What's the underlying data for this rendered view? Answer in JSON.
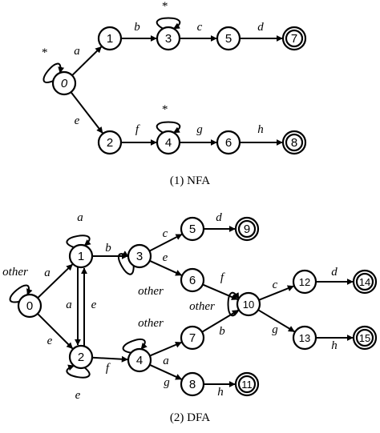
{
  "colors": {
    "stroke": "#000000",
    "background": "#ffffff"
  },
  "nfa": {
    "caption": "(1) NFA",
    "states": [
      {
        "id": "nfa-0",
        "label": "0",
        "italic": true,
        "accept": false
      },
      {
        "id": "nfa-1",
        "label": "1",
        "italic": false,
        "accept": false
      },
      {
        "id": "nfa-2",
        "label": "2",
        "italic": false,
        "accept": false
      },
      {
        "id": "nfa-3",
        "label": "3",
        "italic": false,
        "accept": false
      },
      {
        "id": "nfa-4",
        "label": "4",
        "italic": false,
        "accept": false
      },
      {
        "id": "nfa-5",
        "label": "5",
        "italic": false,
        "accept": false
      },
      {
        "id": "nfa-6",
        "label": "6",
        "italic": false,
        "accept": false
      },
      {
        "id": "nfa-7",
        "label": "7",
        "italic": false,
        "accept": true
      },
      {
        "id": "nfa-8",
        "label": "8",
        "italic": false,
        "accept": true
      }
    ],
    "transitions": [
      {
        "id": "nfa-0-0",
        "from": "nfa-0",
        "to": "nfa-0",
        "label": "*"
      },
      {
        "id": "nfa-0-1",
        "from": "nfa-0",
        "to": "nfa-1",
        "label": "a"
      },
      {
        "id": "nfa-0-2",
        "from": "nfa-0",
        "to": "nfa-2",
        "label": "e"
      },
      {
        "id": "nfa-1-3",
        "from": "nfa-1",
        "to": "nfa-3",
        "label": "b"
      },
      {
        "id": "nfa-3-3",
        "from": "nfa-3",
        "to": "nfa-3",
        "label": "*"
      },
      {
        "id": "nfa-3-5",
        "from": "nfa-3",
        "to": "nfa-5",
        "label": "c"
      },
      {
        "id": "nfa-5-7",
        "from": "nfa-5",
        "to": "nfa-7",
        "label": "d"
      },
      {
        "id": "nfa-2-4",
        "from": "nfa-2",
        "to": "nfa-4",
        "label": "f"
      },
      {
        "id": "nfa-4-4",
        "from": "nfa-4",
        "to": "nfa-4",
        "label": "*"
      },
      {
        "id": "nfa-4-6",
        "from": "nfa-4",
        "to": "nfa-6",
        "label": "g"
      },
      {
        "id": "nfa-6-8",
        "from": "nfa-6",
        "to": "nfa-8",
        "label": "h"
      }
    ]
  },
  "dfa": {
    "caption": "(2) DFA",
    "states": [
      {
        "id": "dfa-0",
        "label": "0",
        "italic": false,
        "accept": false
      },
      {
        "id": "dfa-1",
        "label": "1",
        "italic": false,
        "accept": false
      },
      {
        "id": "dfa-2",
        "label": "2",
        "italic": false,
        "accept": false
      },
      {
        "id": "dfa-3",
        "label": "3",
        "italic": false,
        "accept": false
      },
      {
        "id": "dfa-4",
        "label": "4",
        "italic": false,
        "accept": false
      },
      {
        "id": "dfa-5",
        "label": "5",
        "italic": false,
        "accept": false
      },
      {
        "id": "dfa-6",
        "label": "6",
        "italic": false,
        "accept": false
      },
      {
        "id": "dfa-7",
        "label": "7",
        "italic": false,
        "accept": false
      },
      {
        "id": "dfa-8",
        "label": "8",
        "italic": false,
        "accept": false
      },
      {
        "id": "dfa-9",
        "label": "9",
        "italic": false,
        "accept": true
      },
      {
        "id": "dfa-10",
        "label": "10",
        "italic": false,
        "accept": false
      },
      {
        "id": "dfa-11",
        "label": "11",
        "italic": false,
        "accept": true
      },
      {
        "id": "dfa-12",
        "label": "12",
        "italic": false,
        "accept": false
      },
      {
        "id": "dfa-13",
        "label": "13",
        "italic": false,
        "accept": false
      },
      {
        "id": "dfa-14",
        "label": "14",
        "italic": false,
        "accept": true
      },
      {
        "id": "dfa-15",
        "label": "15",
        "italic": false,
        "accept": true
      }
    ],
    "transitions": [
      {
        "id": "dfa-0-0",
        "from": "dfa-0",
        "to": "dfa-0",
        "label": "other"
      },
      {
        "id": "dfa-0-1",
        "from": "dfa-0",
        "to": "dfa-1",
        "label": "a"
      },
      {
        "id": "dfa-0-2",
        "from": "dfa-0",
        "to": "dfa-2",
        "label": "e"
      },
      {
        "id": "dfa-1-1",
        "from": "dfa-1",
        "to": "dfa-1",
        "label": "a"
      },
      {
        "id": "dfa-1-2",
        "from": "dfa-1",
        "to": "dfa-2",
        "label": "e"
      },
      {
        "id": "dfa-2-1",
        "from": "dfa-2",
        "to": "dfa-1",
        "label": "a"
      },
      {
        "id": "dfa-2-2",
        "from": "dfa-2",
        "to": "dfa-2",
        "label": "e"
      },
      {
        "id": "dfa-1-3",
        "from": "dfa-1",
        "to": "dfa-3",
        "label": "b"
      },
      {
        "id": "dfa-3-3",
        "from": "dfa-3",
        "to": "dfa-3",
        "label": "other"
      },
      {
        "id": "dfa-3-5",
        "from": "dfa-3",
        "to": "dfa-5",
        "label": "c"
      },
      {
        "id": "dfa-3-6",
        "from": "dfa-3",
        "to": "dfa-6",
        "label": "e"
      },
      {
        "id": "dfa-5-9",
        "from": "dfa-5",
        "to": "dfa-9",
        "label": "d"
      },
      {
        "id": "dfa-6-10",
        "from": "dfa-6",
        "to": "dfa-10",
        "label": "f"
      },
      {
        "id": "dfa-10-10",
        "from": "dfa-10",
        "to": "dfa-10",
        "label": "other"
      },
      {
        "id": "dfa-10-12",
        "from": "dfa-10",
        "to": "dfa-12",
        "label": "c"
      },
      {
        "id": "dfa-10-13",
        "from": "dfa-10",
        "to": "dfa-13",
        "label": "g"
      },
      {
        "id": "dfa-12-14",
        "from": "dfa-12",
        "to": "dfa-14",
        "label": "d"
      },
      {
        "id": "dfa-13-15",
        "from": "dfa-13",
        "to": "dfa-15",
        "label": "h"
      },
      {
        "id": "dfa-2-4",
        "from": "dfa-2",
        "to": "dfa-4",
        "label": "f"
      },
      {
        "id": "dfa-4-4",
        "from": "dfa-4",
        "to": "dfa-4",
        "label": "other"
      },
      {
        "id": "dfa-4-7",
        "from": "dfa-4",
        "to": "dfa-7",
        "label": "a"
      },
      {
        "id": "dfa-4-8",
        "from": "dfa-4",
        "to": "dfa-8",
        "label": "g"
      },
      {
        "id": "dfa-7-10",
        "from": "dfa-7",
        "to": "dfa-10",
        "label": "b"
      },
      {
        "id": "dfa-8-11",
        "from": "dfa-8",
        "to": "dfa-11",
        "label": "h"
      }
    ]
  }
}
